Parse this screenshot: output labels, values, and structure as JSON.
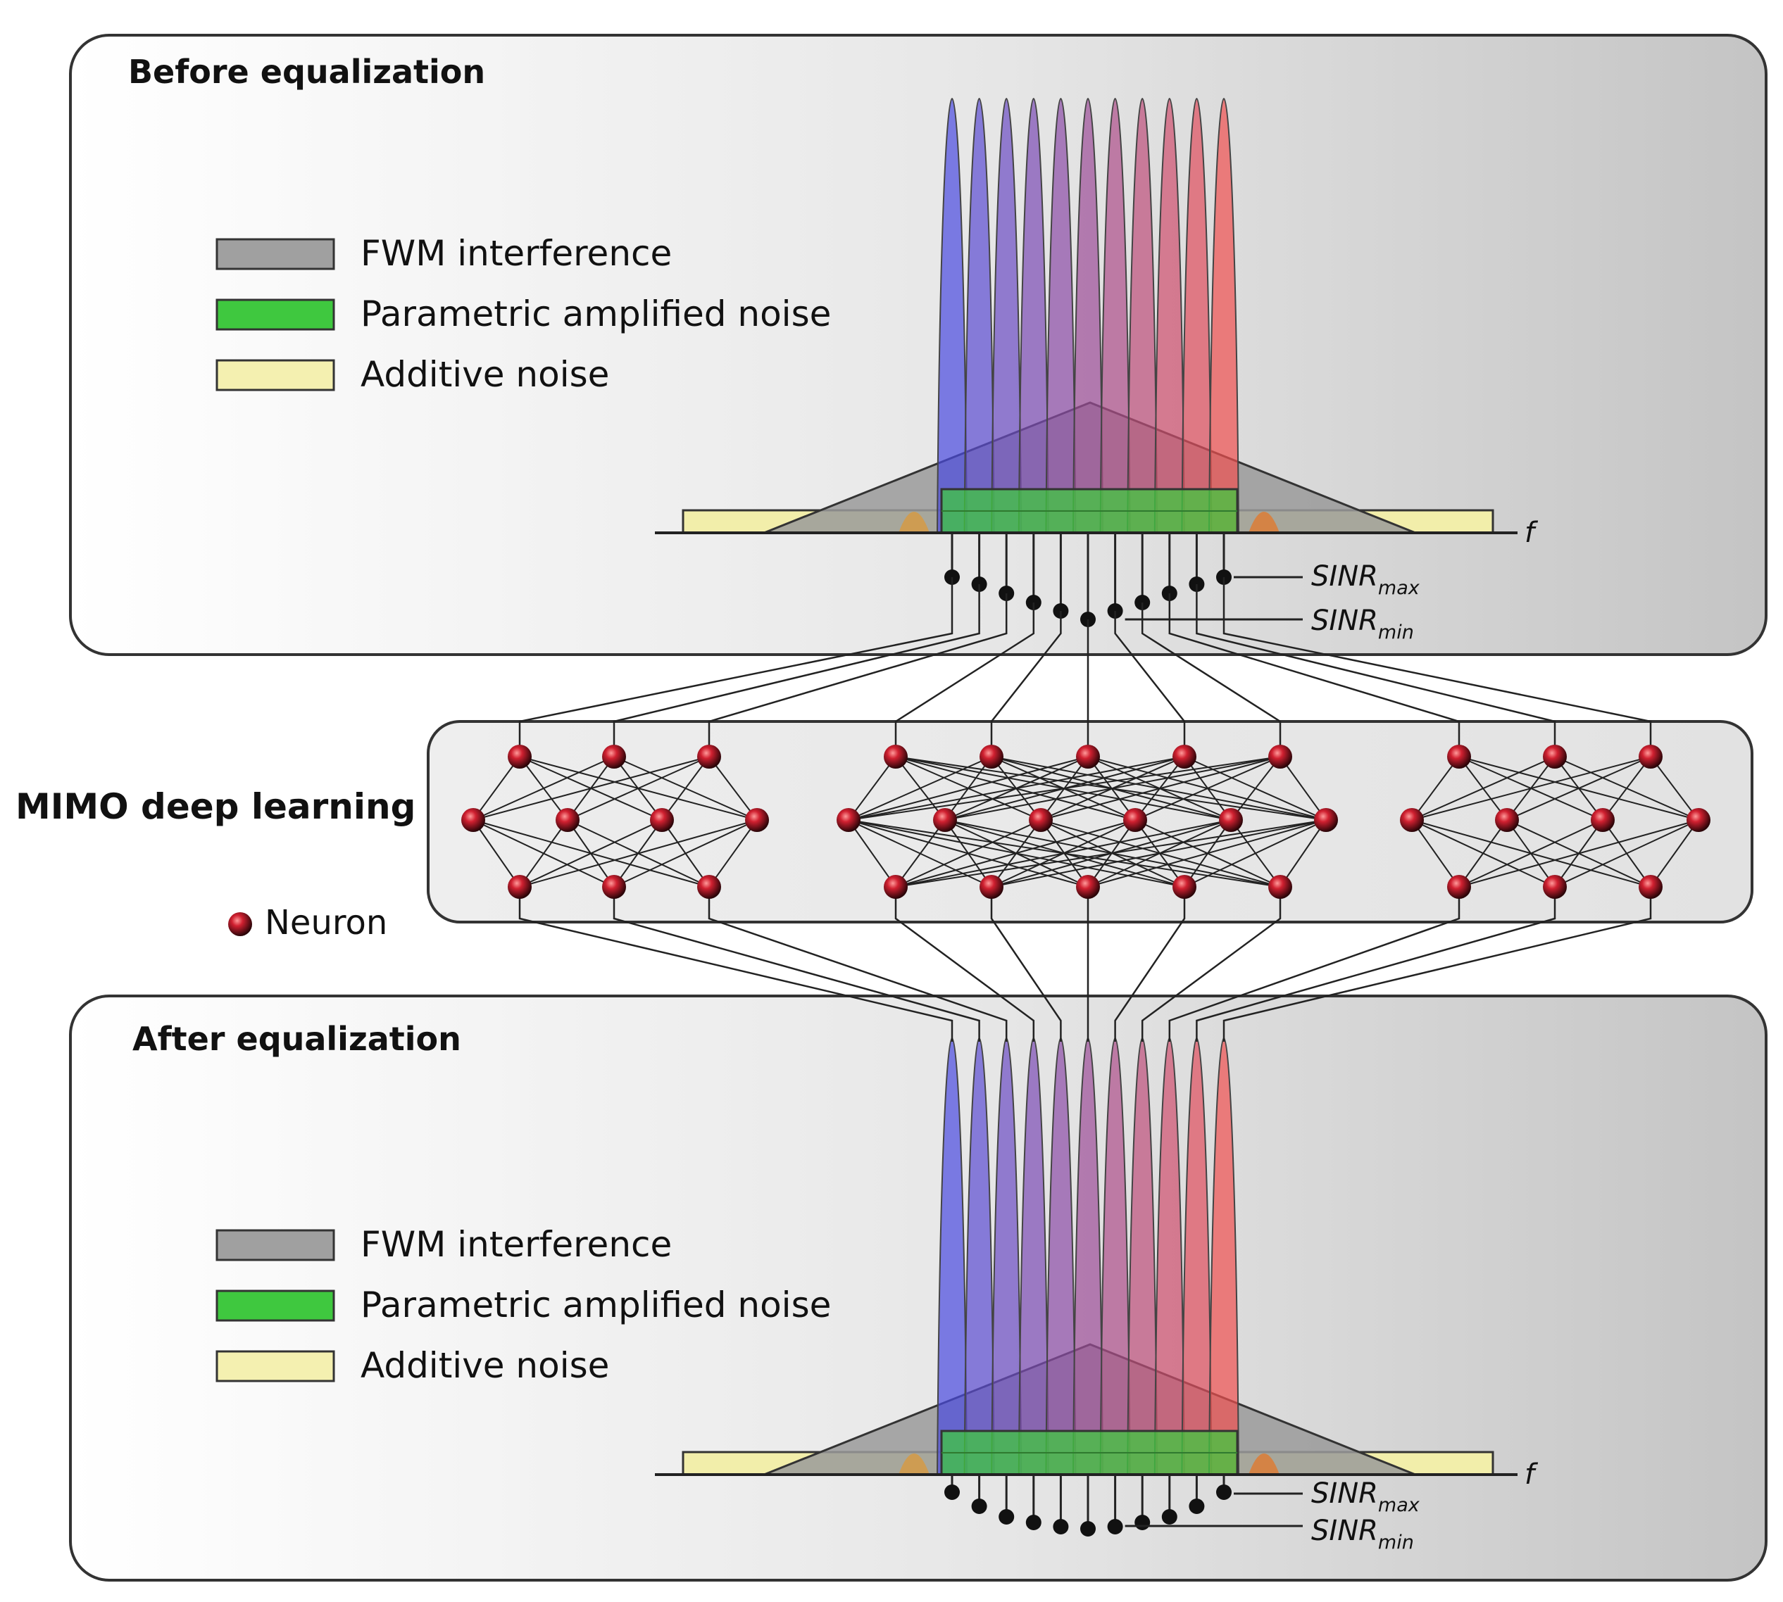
{
  "panels": {
    "before": {
      "title": "Before equalization"
    },
    "after": {
      "title": "After equalization"
    }
  },
  "legend": {
    "fwm": "FWM interference",
    "parametric": "Parametric amplified noise",
    "additive": "Additive noise"
  },
  "axis": {
    "freq_label": "f"
  },
  "sinr": {
    "base": "SINR",
    "max_sub": "max",
    "min_sub": "min"
  },
  "network": {
    "label": "MIMO deep learning",
    "neuron_label": "Neuron"
  },
  "colors": {
    "fwm": "#9a9a9a",
    "parametric": "#3fc83f",
    "additive": "#f2eeaa",
    "channel_start": "#4a4ae0",
    "channel_end": "#f05050",
    "neuron": "#c0202a"
  },
  "channels": {
    "count": 11
  }
}
